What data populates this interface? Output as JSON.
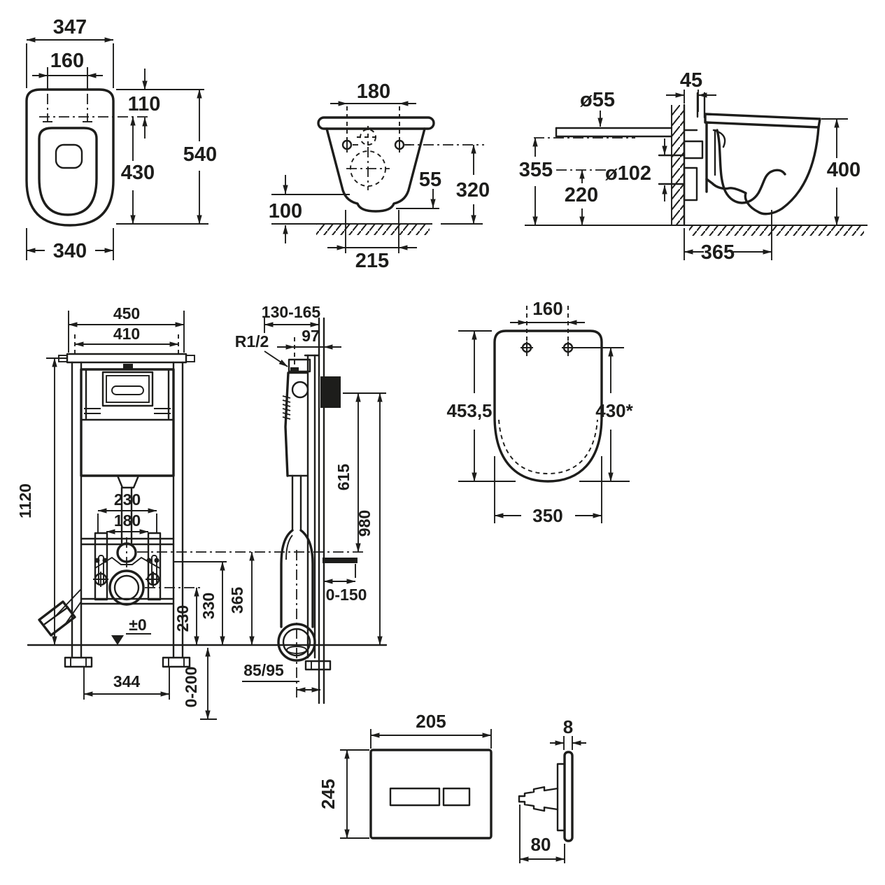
{
  "colors": {
    "line": "#1d1d1b",
    "background": "#ffffff"
  },
  "views": {
    "bowl_top": {
      "dims": {
        "w347": "347",
        "w160": "160",
        "h110": "110",
        "h430": "430",
        "h540": "540",
        "w340": "340"
      }
    },
    "bowl_front": {
      "dims": {
        "w180": "180",
        "h55": "55",
        "h320": "320",
        "h100": "100",
        "w215": "215"
      }
    },
    "bowl_side": {
      "dims": {
        "w45": "45",
        "d55": "ø55",
        "d102": "ø102",
        "h355": "355",
        "h220": "220",
        "h400": "400",
        "w365": "365"
      }
    },
    "frame_front": {
      "dims": {
        "w450": "450",
        "w410": "410",
        "h1120": "1120",
        "w230": "230",
        "w180": "180",
        "h230": "230",
        "h330": "330",
        "h365": "365",
        "level": "±0",
        "w344": "344",
        "adj": "0-200"
      }
    },
    "frame_side": {
      "dims": {
        "depth": "130-165",
        "conn": "R1/2",
        "w97": "97",
        "h615": "615",
        "h980": "980",
        "adj": "0-150",
        "off": "85/95"
      }
    },
    "seat_top": {
      "dims": {
        "w160": "160",
        "l453": "453,5",
        "l430": "430*",
        "w350": "350"
      }
    },
    "flush_plate": {
      "dims": {
        "w205": "205",
        "h245": "245",
        "t8": "8",
        "d80": "80"
      }
    }
  }
}
